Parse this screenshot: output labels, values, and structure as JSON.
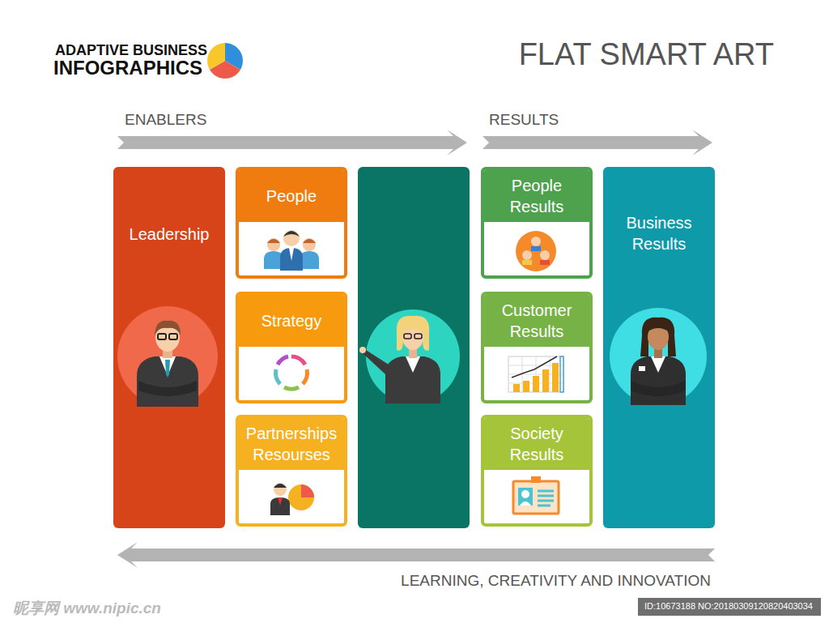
{
  "diagram": {
    "title": "FLAT SMART ART",
    "nodes": [
      {
        "text": [
          "Leadership"
        ]
      },
      {
        "text": [
          "People"
        ]
      },
      {
        "text": [
          "Strategy"
        ]
      },
      {
        "text": [
          "Partnerships Resourses"
        ]
      },
      {
        "text": [
          "People Results"
        ]
      },
      {
        "text": [
          "Customer Results"
        ]
      },
      {
        "text": [
          "Society Results"
        ]
      },
      {
        "text": [
          "Business Results"
        ]
      }
    ],
    "labels": [
      "ADAPTIVE BUSINESS",
      "INFOGRAPHICS",
      "ENABLERS",
      "RESULTS",
      "LEARNING, CREATIVITY AND INNOVATION",
      "昵享网 www.nipic.cn",
      "ID:10673188 NO:20180309120820403034"
    ]
  }
}
